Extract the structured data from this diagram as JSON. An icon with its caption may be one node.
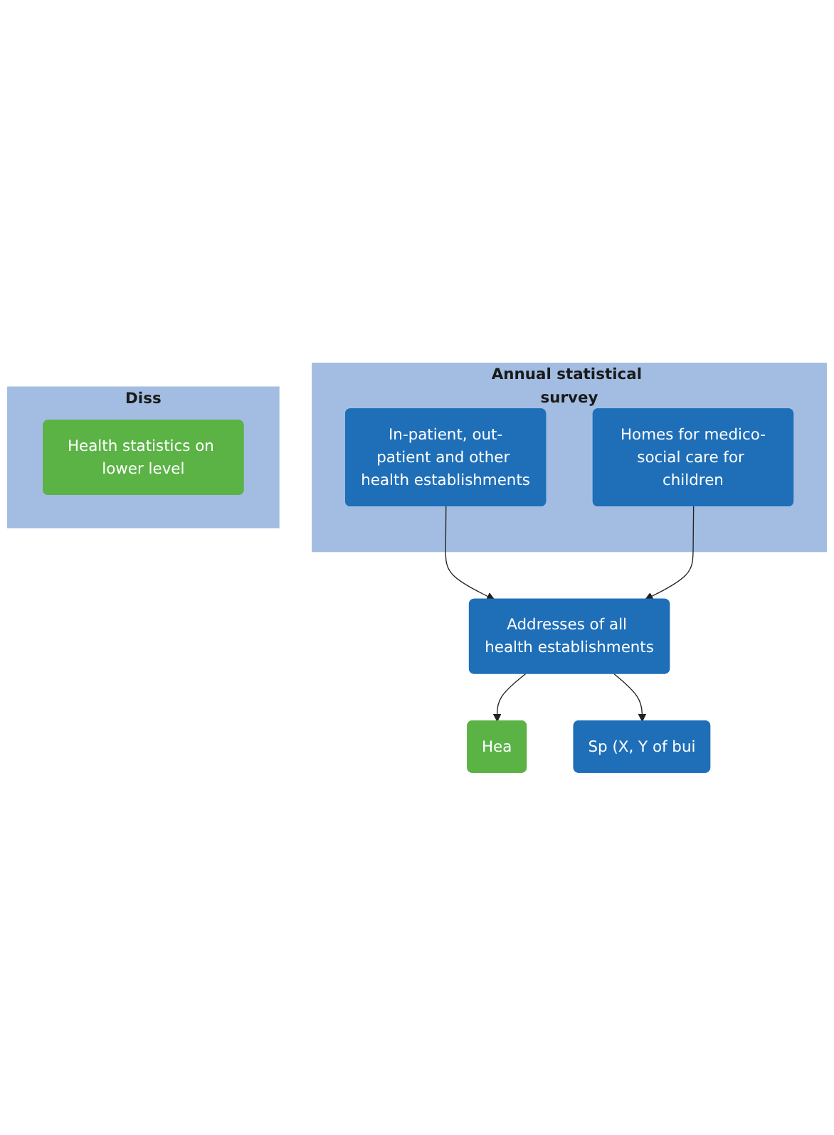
{
  "diagram": {
    "nodes": [
      {
        "text": [
          "Annual statistical survey"
        ]
      },
      {
        "text": [
          "In-patient, out-patient and other health establishments"
        ],
        "in": 0
      },
      {
        "text": [
          "Homes for medico-social care for children"
        ],
        "in": 0
      },
      {
        "text": [
          "Addresses of all health establishments"
        ]
      },
      {
        "text": [
          "Hea"
        ]
      },
      {
        "text": [
          "Sp (X, Y of bui"
        ]
      },
      {
        "text": [
          "Diss"
        ]
      },
      {
        "text": [
          "Health statistics on lower level"
        ],
        "in": 6
      }
    ],
    "edges": [
      {
        "from": 1,
        "to": 3,
        "arrow": "to"
      },
      {
        "from": 2,
        "to": 3,
        "arrow": "to"
      },
      {
        "from": 3,
        "to": 4,
        "arrow": "to"
      },
      {
        "from": 3,
        "to": 5,
        "arrow": "to"
      }
    ]
  }
}
